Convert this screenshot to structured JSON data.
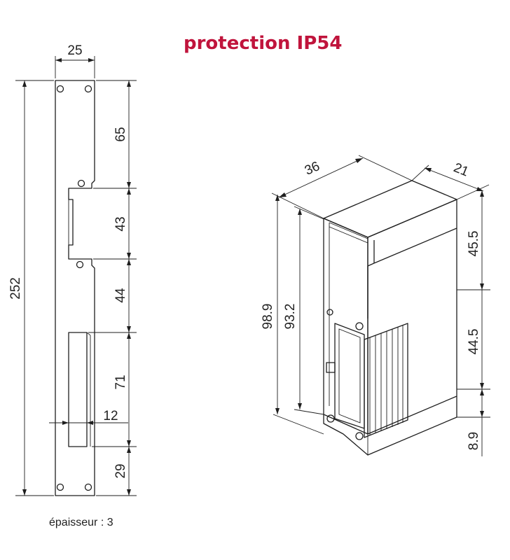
{
  "title": "protection IP54",
  "title_color": "#c0143c",
  "plate": {
    "dim_width": "25",
    "dim_height": "252",
    "dim_segment_1": "65",
    "dim_segment_2": "43",
    "dim_segment_3": "44",
    "dim_segment_4": "71",
    "dim_segment_5": "29",
    "dim_slot_width": "12",
    "thickness_note": "épaisseur : 3"
  },
  "lock": {
    "dim_width": "36",
    "dim_depth": "21",
    "dim_total_height": "98.9",
    "dim_inner_height": "93.2",
    "dim_upper": "45.5",
    "dim_middle": "44.5",
    "dim_lower": "8.9"
  }
}
